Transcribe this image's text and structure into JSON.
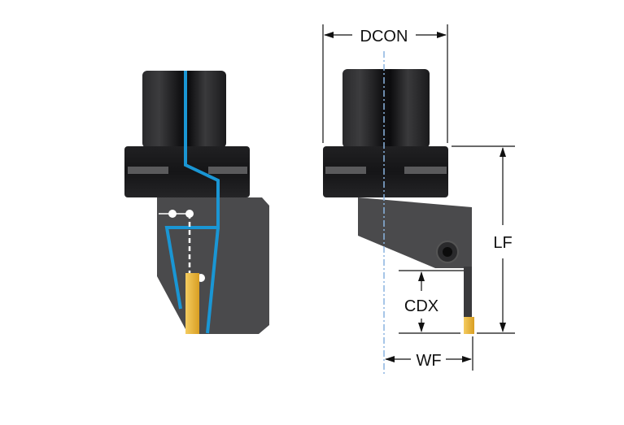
{
  "dimensions": {
    "dcon": "DCON",
    "lf": "LF",
    "cdx": "CDX",
    "wf": "WF"
  },
  "colors": {
    "body": "#4a4a4c",
    "head": "#1c1c1e",
    "coolant": "#1a96d4",
    "insert": "#e8b43a",
    "centerline": "#8ab4e0"
  }
}
